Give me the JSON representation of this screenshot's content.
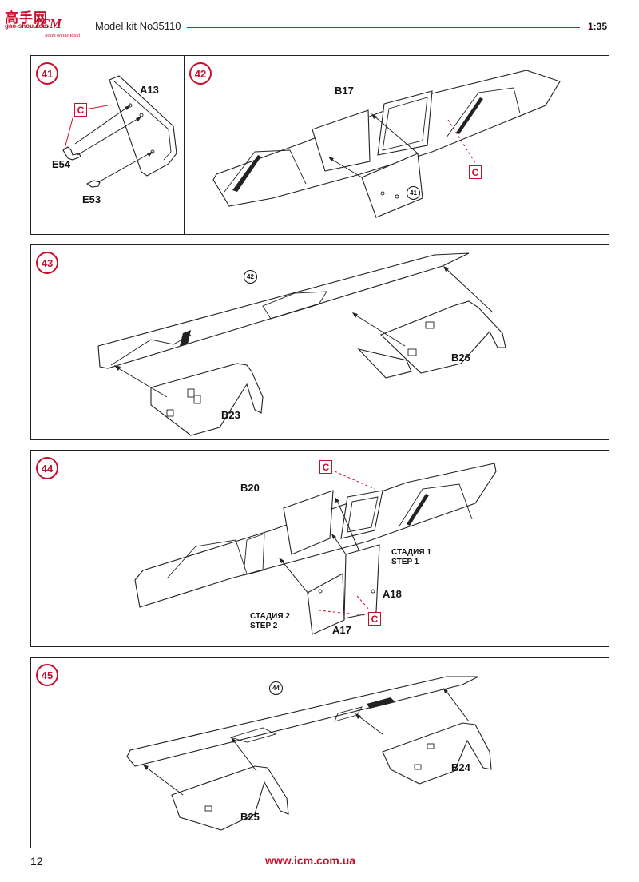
{
  "header": {
    "logo_site": "高手网",
    "logo_site_url": "gao-shou.com",
    "logo_brand": "ICM",
    "logo_tagline": "Notes on the Road",
    "kit_label": "Model kit No35110",
    "scale": "1:35",
    "accent_color": "#c8102e"
  },
  "steps": [
    {
      "number": "41",
      "labels": {
        "c": "C",
        "a13": "A13",
        "e54": "E54",
        "e53": "E53"
      }
    },
    {
      "number": "42",
      "labels": {
        "b17": "B17",
        "c": "C",
        "ref": "41"
      }
    },
    {
      "number": "43",
      "labels": {
        "ref": "42",
        "b26": "B26",
        "b23": "B23"
      }
    },
    {
      "number": "44",
      "labels": {
        "c_top": "C",
        "b20": "B20",
        "step1_ru": "СТАДИЯ 1",
        "step1_en": "STEP 1",
        "a18": "A18",
        "step2_ru": "СТАДИЯ 2",
        "step2_en": "STEP 2",
        "a17": "A17",
        "c_bottom": "C"
      }
    },
    {
      "number": "45",
      "labels": {
        "ref": "44",
        "b24": "B24",
        "b25": "B25"
      }
    }
  ],
  "footer": {
    "page_number": "12",
    "url": "www.icm.com.ua"
  }
}
